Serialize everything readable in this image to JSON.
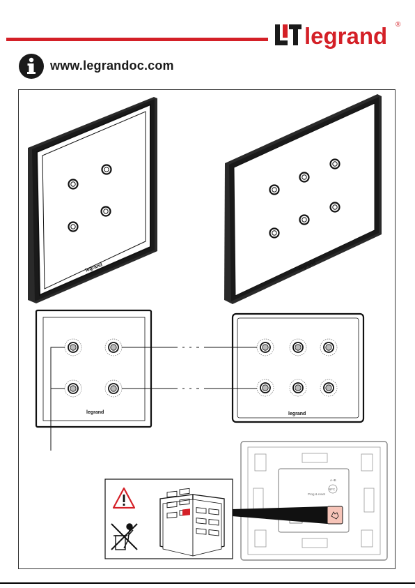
{
  "header": {
    "brand": "legrand",
    "trademark": "®",
    "url": "www.legrandoc.com",
    "accent_color": "#d42027"
  },
  "icons": {
    "info": "info-icon",
    "warning": "warning-icon",
    "no_trash": "no-trash-icon",
    "book": "manual-book-icon"
  },
  "devices": {
    "small_plate_label": "legrand",
    "large_plate_label": "legrand",
    "small_front_label": "legrand",
    "large_front_label": "legrand"
  },
  "back_panel": {
    "button_label": "Prog & reset",
    "conn_label_a": "NFC",
    "conn_label_b": "A+B"
  }
}
